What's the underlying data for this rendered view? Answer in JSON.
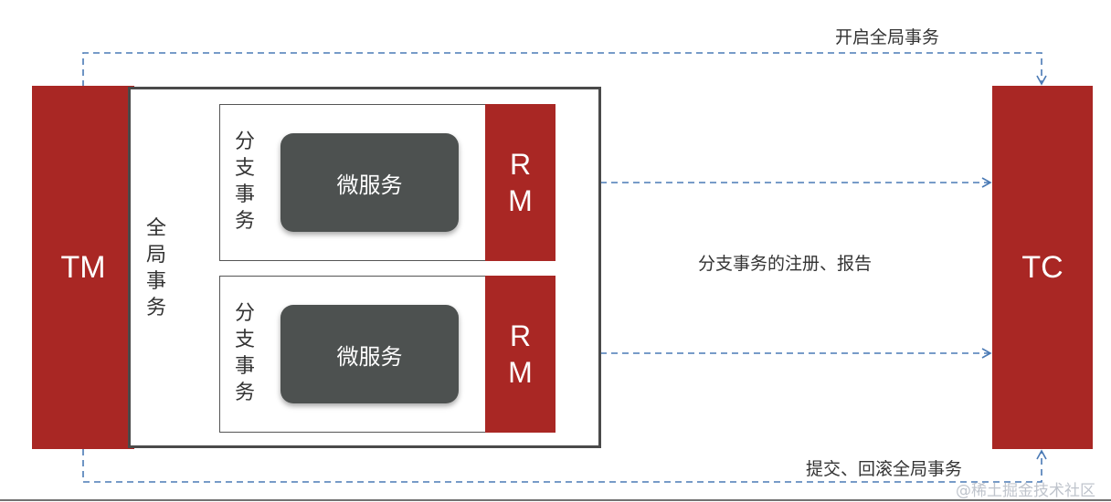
{
  "tm_label": "TM",
  "tc_label": "TC",
  "global_txn_label": "全局事务",
  "branches": [
    {
      "label": "分支事务",
      "service": "微服务",
      "rm_top": "R",
      "rm_bottom": "M"
    },
    {
      "label": "分支事务",
      "service": "微服务",
      "rm_top": "R",
      "rm_bottom": "M"
    }
  ],
  "arrow_start_label": "开启全局事务",
  "arrow_register_label": "分支事务的注册、报告",
  "arrow_commit_label": "提交、回滚全局事务",
  "watermark": "@稀土掘金技术社区",
  "colors": {
    "red": "#a92724",
    "dark_box": "#4d5150",
    "arrow": "#4a7ab5"
  }
}
